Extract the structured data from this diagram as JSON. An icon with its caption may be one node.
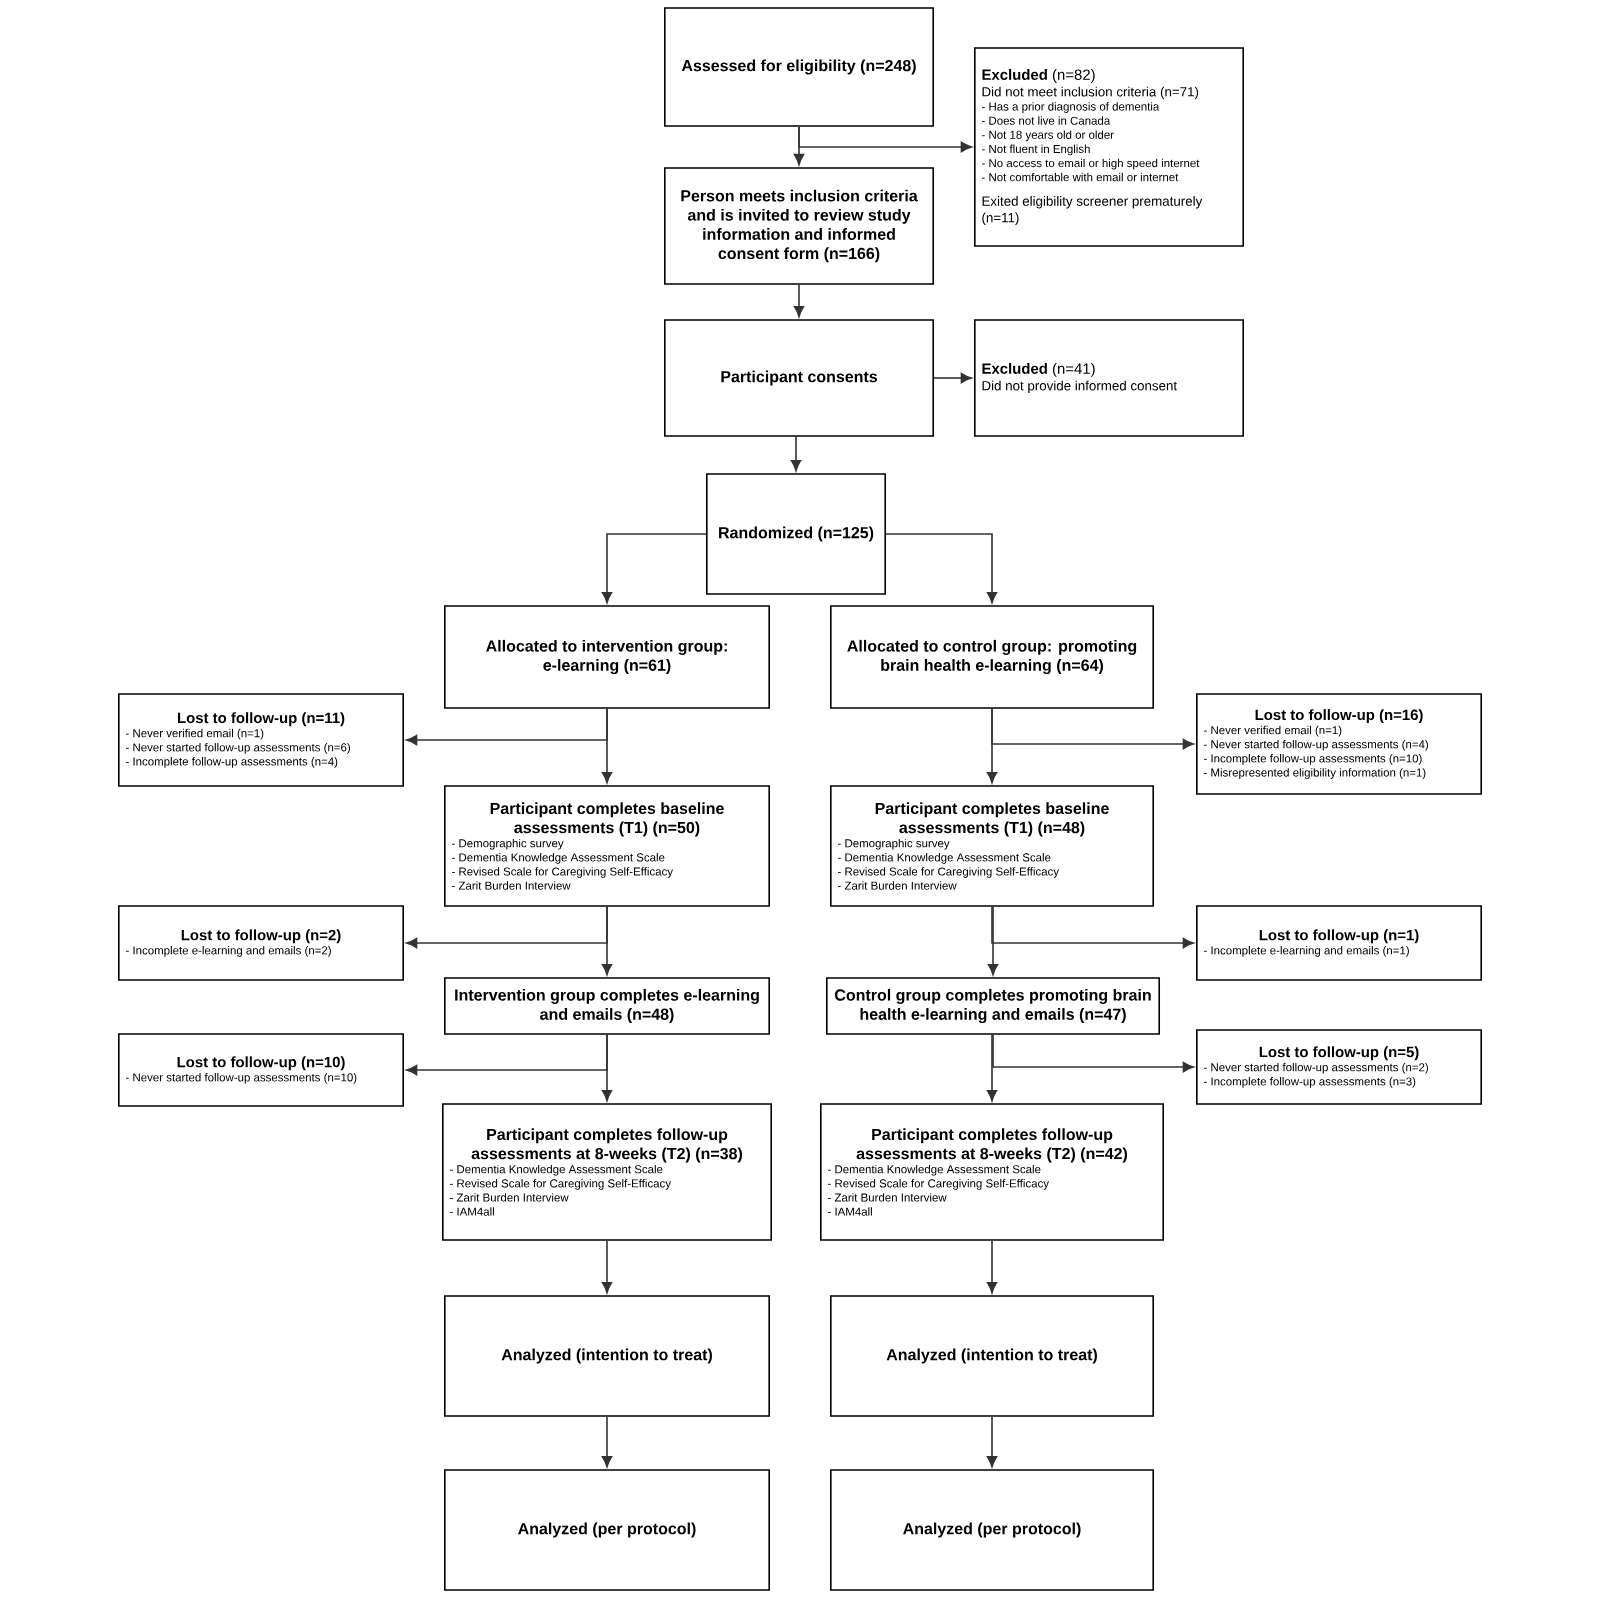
{
  "diagram": {
    "nodes": [
      {
        "text": [
          "Assessed for eligibility (n=248)"
        ]
      },
      {
        "text": [
          "**Excluded** (n=82)",
          "Did not meet inclusion criteria (n=71)",
          "- Has a prior diagnosis of dementia",
          "- Does not live in Canada",
          "- Not 18 years old or older",
          "- Not fluent in English",
          "- No access to email or high speed internet",
          "- Not comfortable with email or internet",
          "Exited eligibility screener prematurely (n=11)"
        ]
      },
      {
        "text": [
          "Person meets inclusion criteria and is invited to review study information and informed consent form (n=166)"
        ]
      },
      {
        "text": [
          "Participant consents"
        ]
      },
      {
        "text": [
          "**Excluded** (n=41)",
          "Did not provide informed consent"
        ]
      },
      {
        "text": [
          "Randomized (n=125)"
        ]
      },
      {
        "text": [
          "Allocated to intervention group: e-learning (n=61)"
        ]
      },
      {
        "text": [
          "Allocated to control group: promoting brain health e-learning (n=64)"
        ]
      },
      {
        "text": [
          "Lost to follow-up (n=11)",
          "- Never verified email (n=1)",
          "- Never started follow-up assessments (n=6)",
          "- Incomplete follow-up assessments (n=4)"
        ]
      },
      {
        "text": [
          "Participant completes baseline assessments (T1) (n=50)",
          "- Demographic survey",
          "- Dementia Knowledge Assessment Scale",
          "- Revised Scale for Caregiving Self-Efficacy",
          "- Zarit Burden Interview"
        ]
      },
      {
        "text": [
          "Lost to follow-up (n=16)",
          "- Never verified email (n=1)",
          "- Never started follow-up assessments (n=4)",
          "- Incomplete follow-up assessments (n=10)",
          "- Misrepresented eligibility information (n=1)"
        ]
      },
      {
        "text": [
          "Participant completes baseline assessments (T1) (n=48)",
          "- Demographic survey",
          "- Dementia Knowledge Assessment Scale",
          "- Revised Scale for Caregiving Self-Efficacy",
          "- Zarit Burden Interview"
        ]
      },
      {
        "text": [
          "Lost to follow-up (n=2)",
          "- Incomplete e-learning and emails (n=2)"
        ]
      },
      {
        "text": [
          "Lost to follow-up (n=1)",
          "- Incomplete e-learning and emails (n=1)"
        ]
      },
      {
        "text": [
          "Intervention group completes e-learning and emails (n=48)"
        ]
      },
      {
        "text": [
          "Control group completes promoting brain health e-learning and emails (n=47)"
        ]
      },
      {
        "text": [
          "Lost to follow-up (n=10)",
          "- Never started follow-up assessments (n=10)"
        ]
      },
      {
        "text": [
          "Lost to follow-up (n=5)",
          "- Never started follow-up assessments (n=2)",
          "- Incomplete follow-up assessments (n=3)"
        ]
      },
      {
        "text": [
          "Participant completes follow-up assessments at 8-weeks (T2) (n=38)",
          "- Dementia Knowledge Assessment Scale",
          "- Revised Scale for Caregiving Self-Efficacy",
          "- Zarit Burden Interview",
          "- IAM4all"
        ]
      },
      {
        "text": [
          "Participant completes follow-up assessments at 8-weeks (T2) (n=42)",
          "- Dementia Knowledge Assessment Scale",
          "- Revised Scale for Caregiving Self-Efficacy",
          "- Zarit Burden Interview",
          "- IAM4all"
        ]
      },
      {
        "text": [
          "Analyzed (intention to treat)"
        ]
      },
      {
        "text": [
          "Analyzed (intention to treat)"
        ]
      },
      {
        "text": [
          "Analyzed (per protocol)"
        ]
      },
      {
        "text": [
          "Analyzed (per protocol)"
        ]
      }
    ],
    "edges": [
      {
        "from": 0,
        "to": 2,
        "arrow": "to"
      },
      {
        "from": 0,
        "to": 1,
        "arrow": "to"
      },
      {
        "from": 2,
        "to": 3,
        "arrow": "to"
      },
      {
        "from": 3,
        "to": 4,
        "arrow": "to"
      },
      {
        "from": 3,
        "to": 5,
        "arrow": "to"
      },
      {
        "from": 5,
        "to": 6,
        "arrow": "to"
      },
      {
        "from": 5,
        "to": 7,
        "arrow": "to"
      },
      {
        "from": 6,
        "to": 9,
        "arrow": "to"
      },
      {
        "from": 6,
        "to": 8,
        "arrow": "to"
      },
      {
        "from": 7,
        "to": 11,
        "arrow": "to"
      },
      {
        "from": 7,
        "to": 10,
        "arrow": "to"
      },
      {
        "from": 9,
        "to": 14,
        "arrow": "to"
      },
      {
        "from": 9,
        "to": 12,
        "arrow": "to"
      },
      {
        "from": 11,
        "to": 15,
        "arrow": "to"
      },
      {
        "from": 11,
        "to": 13,
        "arrow": "to"
      },
      {
        "from": 14,
        "to": 18,
        "arrow": "to"
      },
      {
        "from": 14,
        "to": 16,
        "arrow": "to"
      },
      {
        "from": 15,
        "to": 19,
        "arrow": "to"
      },
      {
        "from": 15,
        "to": 17,
        "arrow": "to"
      },
      {
        "from": 18,
        "to": 20,
        "arrow": "to"
      },
      {
        "from": 19,
        "to": 21,
        "arrow": "to"
      },
      {
        "from": 20,
        "to": 22,
        "arrow": "to"
      },
      {
        "from": 21,
        "to": 23,
        "arrow": "to"
      }
    ]
  }
}
